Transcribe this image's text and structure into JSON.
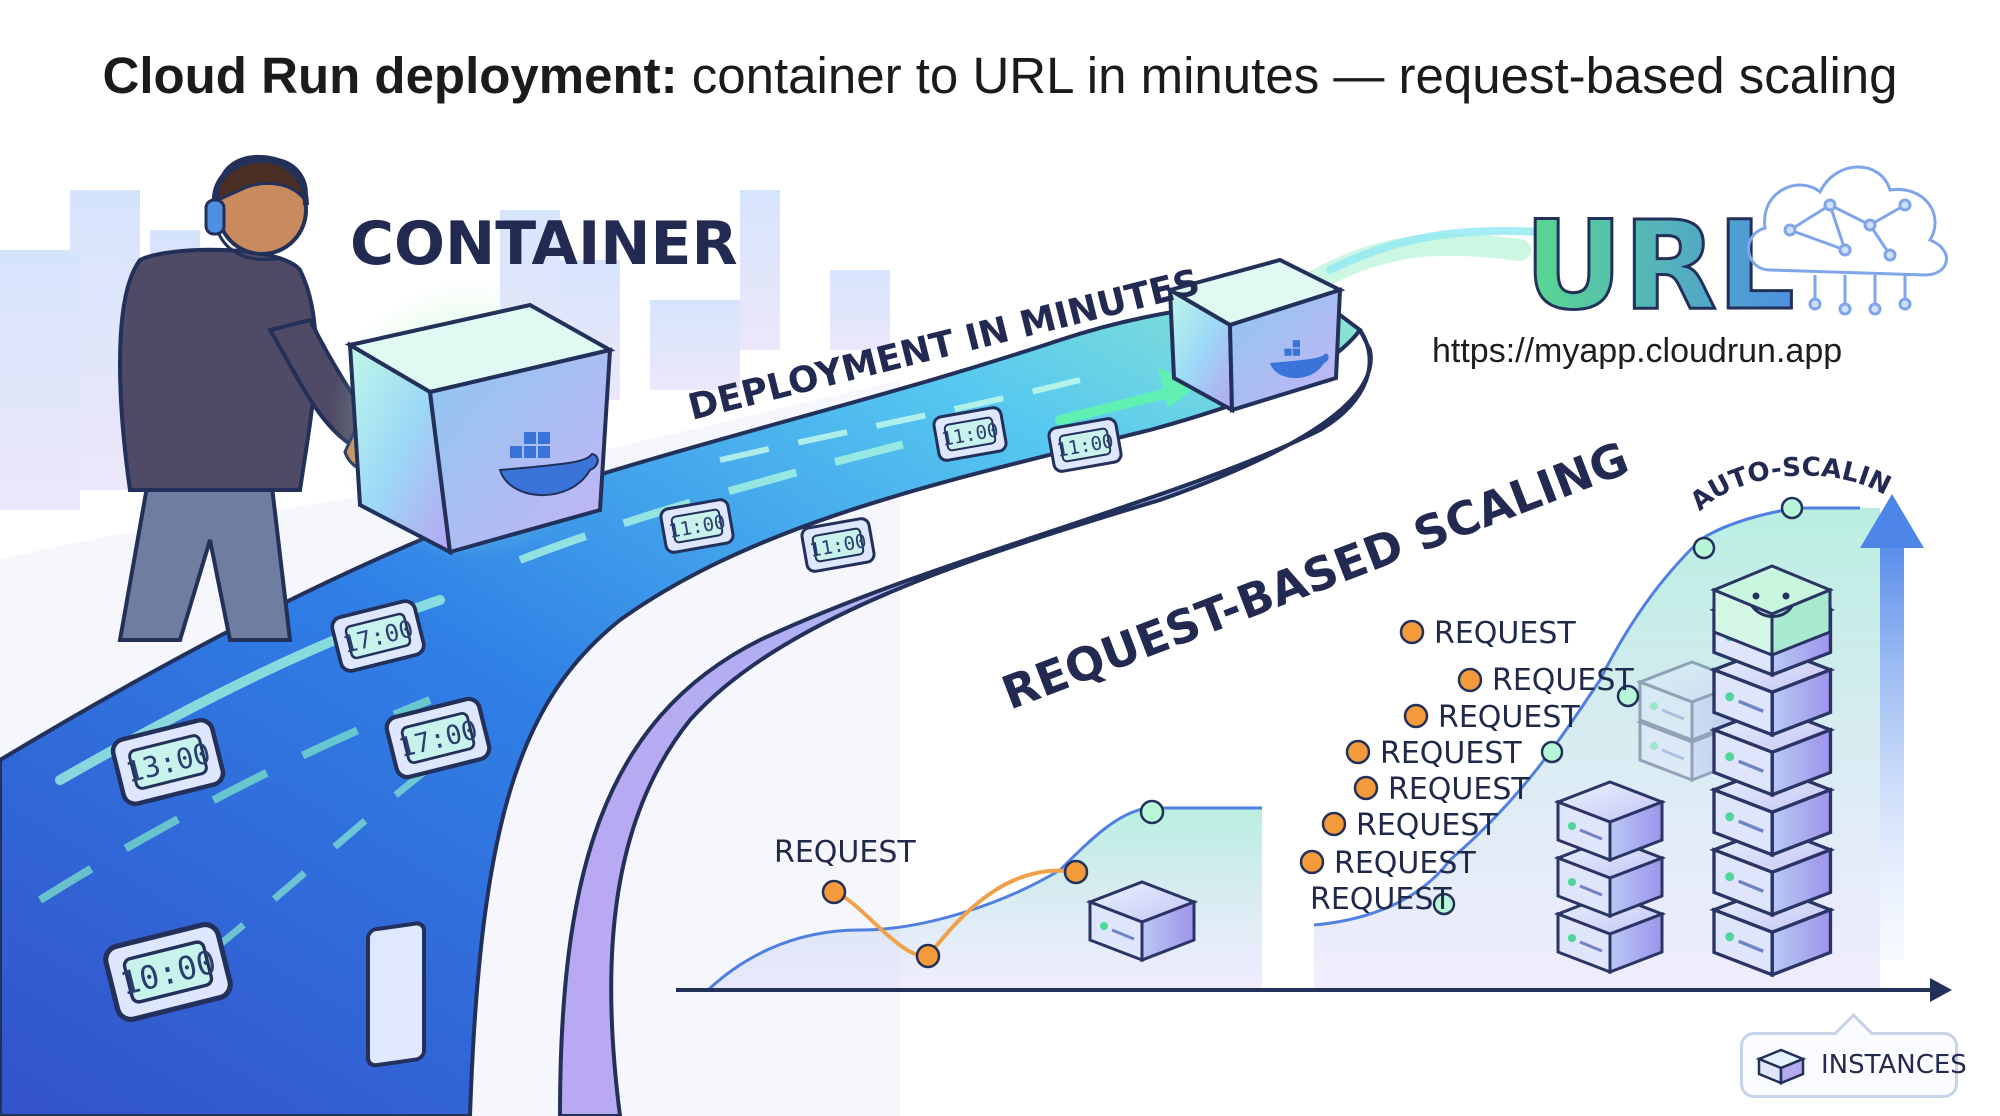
{
  "title": {
    "bold": "Cloud Run deployment:",
    "rest": "container to URL in minutes — request-based scaling"
  },
  "labels": {
    "container": "CONTAINER",
    "deployment": "DEPLOYMENT IN MINUTES",
    "url_word": "URL",
    "url_address": "https://myapp.cloudrun.app",
    "request_scaling": "REQUEST-BASED SCALING",
    "auto_scaling": "AUTO-SCALING",
    "instances": "INSTANCES"
  },
  "clock_time": "11:00",
  "clock_times_near": [
    "17:00",
    "17:00",
    "13:00",
    "10:00"
  ],
  "requests": {
    "low": "REQUEST",
    "stack": [
      "REQUEST",
      "REQUEST",
      "REQUEST",
      "REQUEST",
      "REQUEST",
      "REQUEST",
      "REQUEST",
      "REQUEST"
    ]
  },
  "colors": {
    "road_dark": "#2f5ed8",
    "road_light": "#53c2f2",
    "accent_green": "#5fe0a8",
    "accent_purple": "#9a8ef0",
    "request_dot": "#f39a3a",
    "curve": "#4f7fe0",
    "ink": "#222a52"
  },
  "icons": [
    "person-icon",
    "container-cube-icon",
    "docker-whale-icon",
    "clock-icon",
    "cloud-network-icon",
    "server-icon",
    "smiley-icon",
    "arrow-up-icon"
  ]
}
